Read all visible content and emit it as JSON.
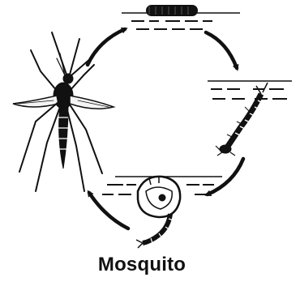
{
  "figure": {
    "caption": "Mosquito",
    "stages": [
      {
        "id": "egg",
        "icon": "egg-raft-icon"
      },
      {
        "id": "larva",
        "icon": "larva-icon"
      },
      {
        "id": "pupa",
        "icon": "pupa-icon"
      },
      {
        "id": "adult",
        "icon": "adult-mosquito-icon"
      }
    ],
    "colors": {
      "ink": "#111111",
      "background": "#ffffff"
    }
  }
}
